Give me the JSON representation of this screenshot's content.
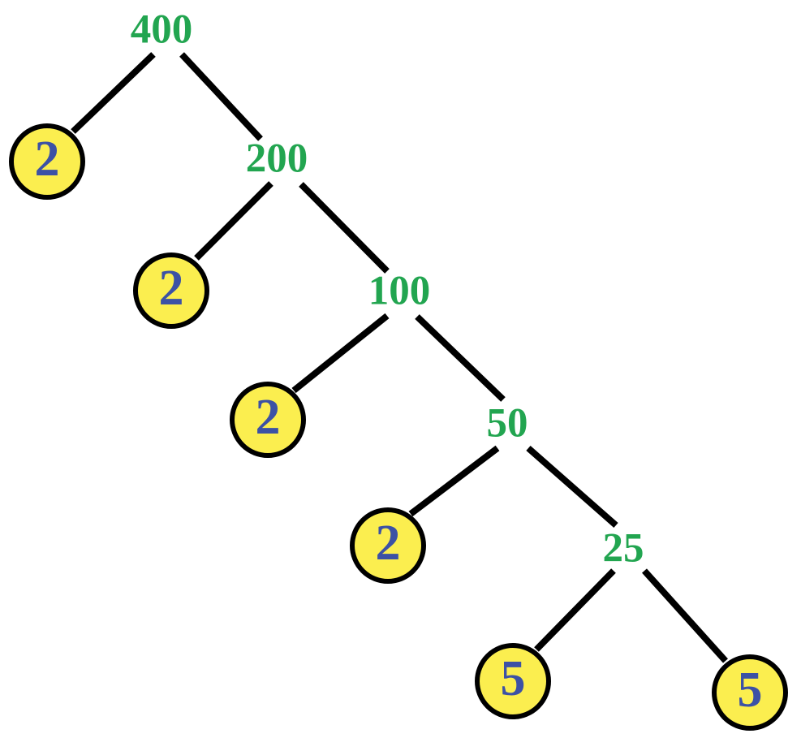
{
  "factor_tree": {
    "description_value": "400",
    "composite_nodes": [
      {
        "label": "400",
        "splits_into": [
          "2",
          "200"
        ]
      },
      {
        "label": "200",
        "splits_into": [
          "2",
          "100"
        ]
      },
      {
        "label": "100",
        "splits_into": [
          "2",
          "50"
        ]
      },
      {
        "label": "50",
        "splits_into": [
          "2",
          "25"
        ]
      },
      {
        "label": "25",
        "splits_into": [
          "5",
          "5"
        ]
      }
    ],
    "leaf_nodes": [
      {
        "label": "2"
      },
      {
        "label": "2"
      },
      {
        "label": "2"
      },
      {
        "label": "2"
      },
      {
        "label": "5"
      },
      {
        "label": "5"
      }
    ]
  },
  "colors": {
    "composite_text": "#22a550",
    "leaf_fill": "#fbee4f",
    "leaf_text": "#3c51a5",
    "edge": "#000000",
    "background": "#ffffff"
  }
}
